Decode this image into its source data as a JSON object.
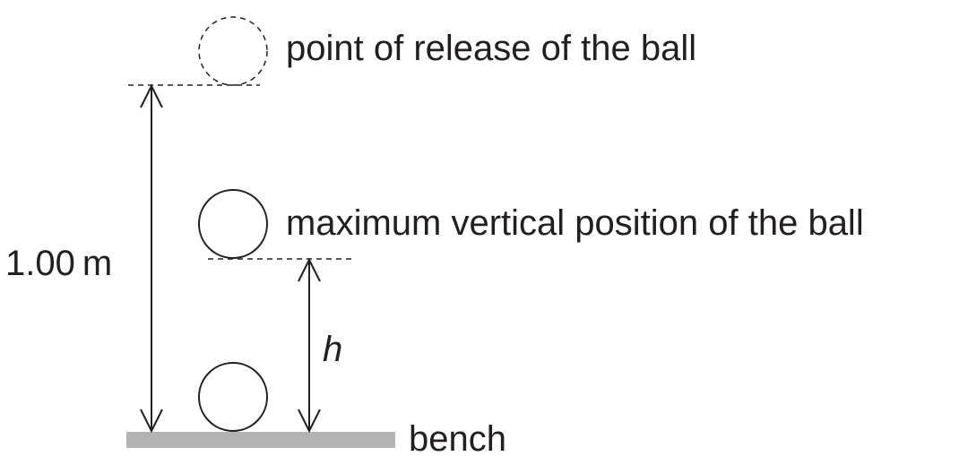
{
  "labels": {
    "release": "point of release of the ball",
    "max_position": "maximum vertical position of the ball",
    "distance": "1.00 m",
    "height": "h",
    "bench": "bench"
  },
  "colors": {
    "ink": "#231f20",
    "bench": "#b3b3b3"
  }
}
